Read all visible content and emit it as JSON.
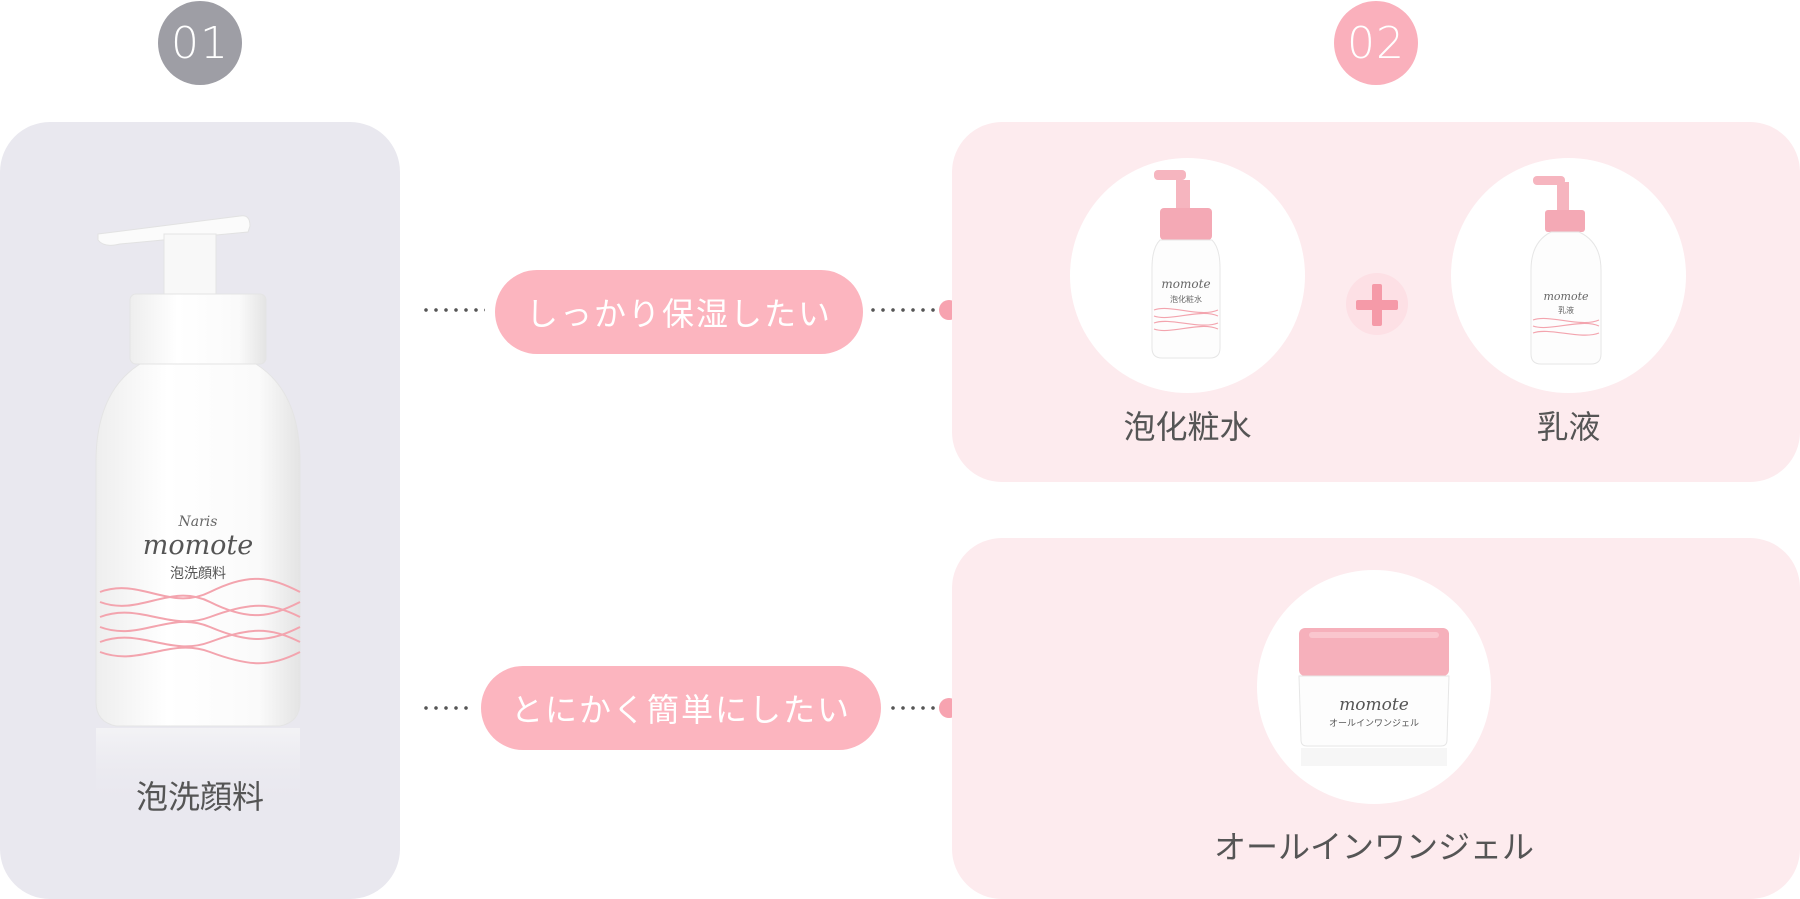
{
  "steps": {
    "first": "01",
    "second": "02"
  },
  "left_product": {
    "label": "泡洗顔料",
    "brand": "Naris",
    "name": "momote",
    "subname": "泡洗顔料"
  },
  "options": [
    {
      "pill": "しっかり保湿したい"
    },
    {
      "pill": "とにかく簡単にしたい"
    }
  ],
  "top_products": [
    {
      "label": "泡化粧水",
      "bottle_sub": "泡化粧水"
    },
    {
      "label": "乳液",
      "bottle_sub": "乳液"
    }
  ],
  "bottom_product": {
    "label": "オールインワンジェル",
    "jar_sub": "オールインワンジェル"
  },
  "colors": {
    "accent_pink": "#fcb5bf",
    "gray_badge": "#9e9ea5",
    "panel_gray": "#e9e8ef",
    "panel_pink": "#fdebee"
  }
}
